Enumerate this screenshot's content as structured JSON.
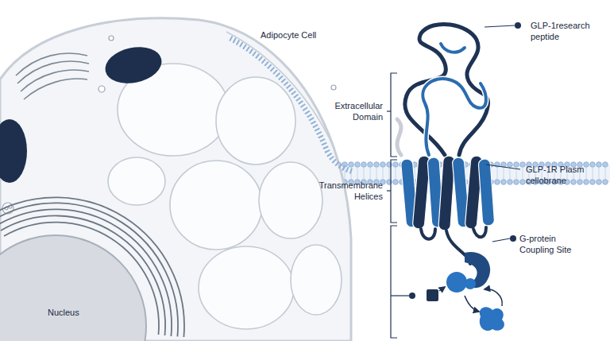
{
  "diagram": {
    "nodes": [
      {
        "text": [
          "Nucleus"
        ]
      }
    ],
    "labels": [
      "Adipocyte Cell",
      "GLP-1research peptide",
      "Extracellular Domain",
      "GLP-1R Plasm cellobrane",
      "Transmembrane Helices",
      "G-protein Coupling Site"
    ]
  }
}
